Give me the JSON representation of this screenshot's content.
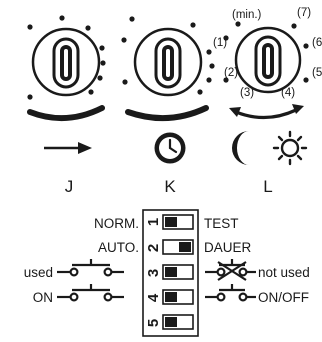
{
  "dial_labels": {
    "j": "J",
    "k": "K",
    "l": "L"
  },
  "dial_l_scale": {
    "min": "(min.)",
    "p1": "(1)",
    "p2": "(2)",
    "p3": "(3)",
    "p4": "(4)",
    "p5": "(5",
    "p6": "(6",
    "p7": "(7)"
  },
  "switch_block": {
    "left_labels": {
      "norm": "NORM.",
      "auto": "AUTO.",
      "used": "used",
      "on": "ON"
    },
    "right_labels": {
      "test": "TEST",
      "dauer": "DAUER",
      "not_used": "not used",
      "on_off": "ON/OFF"
    },
    "numbers": [
      "1",
      "2",
      "3",
      "4",
      "5"
    ]
  },
  "icons": {
    "j": "right-arrow-icon",
    "k": "clock-icon",
    "l_night": "crescent-moon-icon",
    "l_day": "sun-icon"
  }
}
